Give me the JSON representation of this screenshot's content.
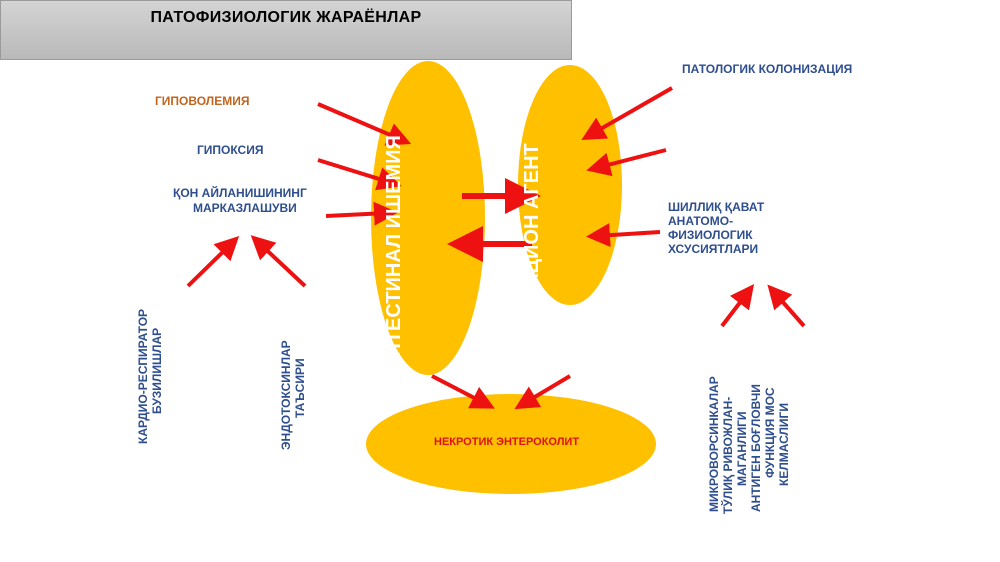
{
  "title": "ПАТОФИЗИОЛОГИК  ЖАРАЁНЛАР",
  "left_factors": {
    "hypovolemia": "ГИПОВОЛЕМИЯ",
    "hypoxia": "ГИПОКСИЯ",
    "centralization_1": "ҚОН АЙЛАНИШИНИНГ",
    "centralization_2": "МАРКАЗЛАШУВИ",
    "cardio_1": "КАРДИО-РЕСПИРАТОР",
    "cardio_2": "БУЗИЛИШЛАР",
    "endotoxin_1": "ЭНДОТОКСИНЛАР",
    "endotoxin_2": "ТАЪСИРИ"
  },
  "right_factors": {
    "colonization": "ПАТОЛОГИК КОЛОНИЗАЦИЯ",
    "mucosa_1": "ШИЛЛИҚ ҚАВАТ",
    "mucosa_2": "АНАТОМО-",
    "mucosa_3": "ФИЗИОЛОГИК",
    "mucosa_4": "ХСУСИЯТЛАРИ",
    "micro_1": "МИКРОВОРСИНКАЛАР",
    "micro_2": "ТЎЛИҚ РИВОЖЛАН-",
    "micro_3": "МАГАНЛИГИ",
    "micro_4": "АНТИГЕН БОҒЛОВЧИ",
    "micro_5": "ФУНКЦИЯ МОС",
    "micro_6": "КЕЛМАСЛИГИ"
  },
  "ellipses": {
    "left": "ИНТЕСТИНАЛ ИШЕМИЯ",
    "right": "ИНФЕКЦИОН АГЕНТ",
    "bottom": "НЕКРОТИК ЭНТЕРОКОЛИТ"
  },
  "colors": {
    "ellipse": "#ffc000",
    "arrow": "#ee1111",
    "label_blue": "#2e4e8e",
    "label_orange": "#c0651e",
    "label_red": "#e01010"
  }
}
